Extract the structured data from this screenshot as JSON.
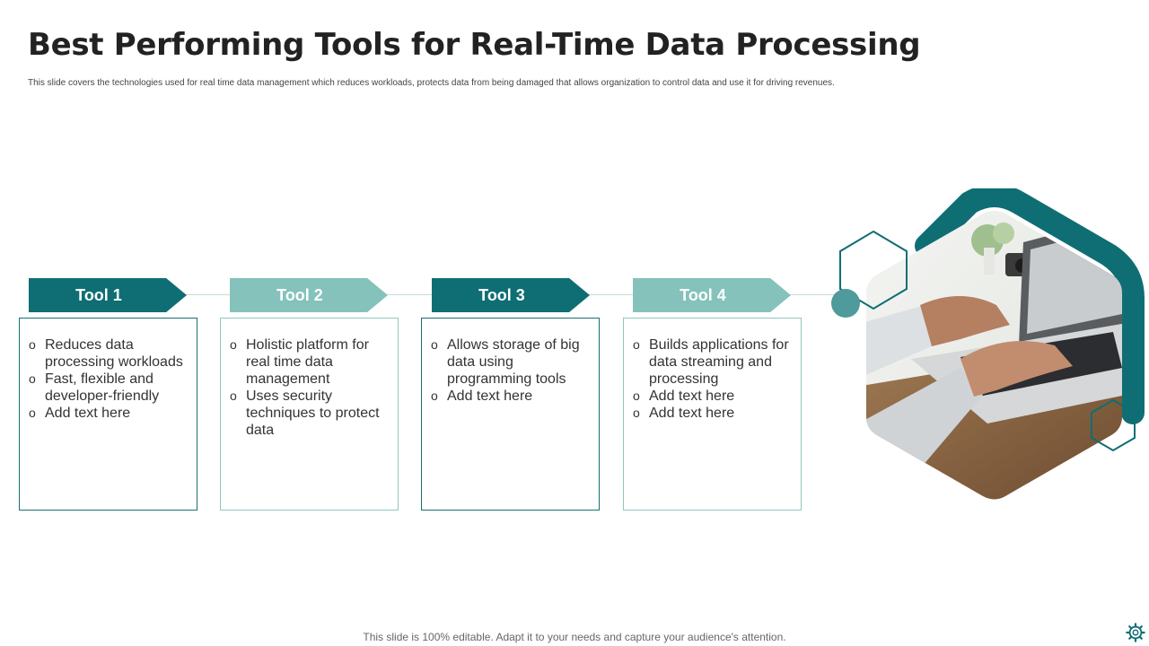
{
  "title": "Best Performing Tools for Real-Time Data Processing",
  "subtitle": "This slide covers the technologies used for real time data management  which reduces workloads, protects data from being damaged  that allows organization to control data and use it  for driving revenues.",
  "tools": [
    {
      "label": "Tool 1",
      "style": "dark",
      "bullets": [
        "Reduces data processing workloads",
        "Fast, flexible and developer-friendly",
        "Add text here"
      ]
    },
    {
      "label": "Tool 2",
      "style": "light",
      "bullets": [
        "Holistic platform for real time data management",
        "Uses security techniques to protect data"
      ]
    },
    {
      "label": "Tool 3",
      "style": "dark",
      "bullets": [
        "Allows storage of big data using programming tools",
        "Add text here"
      ]
    },
    {
      "label": "Tool 4",
      "style": "light",
      "bullets": [
        "Builds applications for data streaming and processing",
        "Add text here",
        "Add text here"
      ]
    }
  ],
  "bullet_glyph": "o",
  "footer": "This slide is 100% editable. Adapt it to your needs and capture your audience's attention.",
  "colors": {
    "dark_teal": "#0f6e73",
    "light_teal": "#85c2bb"
  },
  "icons": {
    "settings": "gear-icon"
  }
}
